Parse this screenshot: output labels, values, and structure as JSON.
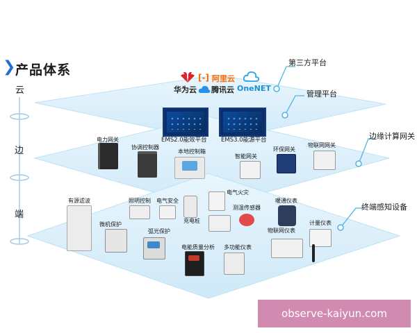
{
  "title": "产品体系",
  "tiers": {
    "cloud": "云",
    "edge": "边",
    "end": "端"
  },
  "side_labels": {
    "third_party": "第三方平台",
    "management": "管理平台",
    "edge_computing": "边缘计算网关",
    "terminal": "终端感知设备"
  },
  "logos": {
    "huawei": "华为云",
    "aliyun": "阿里云",
    "tencent": "腾讯云",
    "onenet": "OneNET"
  },
  "platforms": {
    "ems2": "EMS2.0能效平台",
    "ems3": "EMS3.0能源平台"
  },
  "edge_devices": {
    "power_gateway": "电力网关",
    "coord_controller": "协调控制器",
    "local_cabinet": "本地控制箱",
    "smart_gateway": "智能网关",
    "env_gateway": "环保网关",
    "iot_gateway": "物联网网关"
  },
  "end_devices": {
    "active_filter": "有源滤波",
    "lighting": "照明控制",
    "elec_safety": "电气安全",
    "elec_fire": "电气火灾",
    "micro_protect": "微机保护",
    "charging_pile": "充电桩",
    "temp_sensor": "测温传感器",
    "hvac_meter": "暖通仪表",
    "arc_protect": "弧光保护",
    "iot_meter": "物联网仪表",
    "metering": "计量仪表",
    "power_quality": "电能质量分析",
    "multi_meter": "多功能仪表"
  },
  "watermark": "observe-kaiyun.com",
  "colors": {
    "accent": "#1f6fd1",
    "plane": "#d6eefb",
    "line": "#4fb3e8",
    "watermark_bg": "#d28bb0"
  }
}
